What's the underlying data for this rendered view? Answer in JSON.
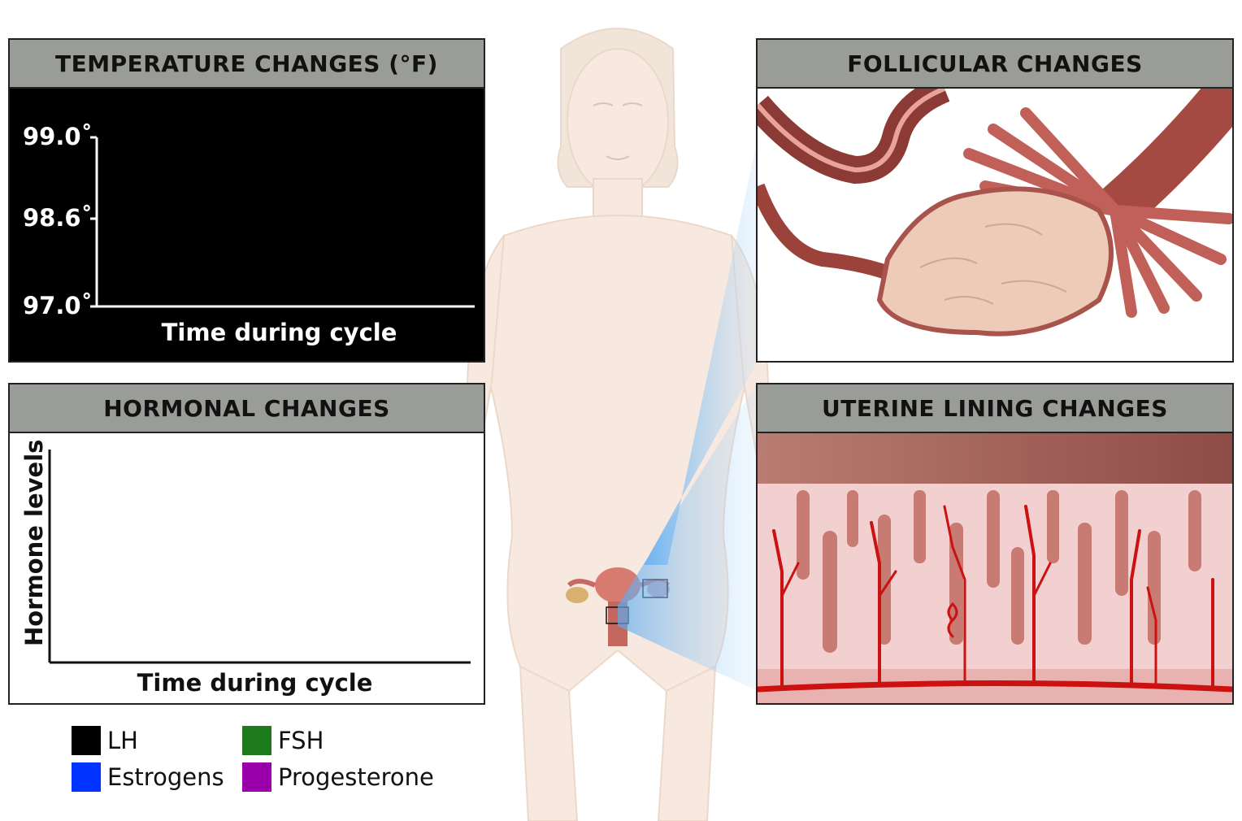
{
  "panels": {
    "temperature": {
      "title": "TEMPERATURE CHANGES (°F)",
      "ticks": [
        "99.0˚",
        "98.6˚",
        "97.0˚"
      ],
      "xlabel": "Time during cycle"
    },
    "hormonal": {
      "title": "HORMONAL CHANGES",
      "ylabel": "Hormone levels",
      "xlabel": "Time during cycle"
    },
    "follicular": {
      "title": "FOLLICULAR CHANGES"
    },
    "uterine": {
      "title": "UTERINE LINING CHANGES"
    }
  },
  "legend": [
    {
      "label": "LH",
      "color": "#000000"
    },
    {
      "label": "FSH",
      "color": "#1d7a1d"
    },
    {
      "label": "Estrogens",
      "color": "#0033ff"
    },
    {
      "label": "Progesterone",
      "color": "#9900aa"
    }
  ],
  "colors": {
    "header_bg": "#9a9c97",
    "body_skin": "#f5e6dc",
    "tissue_pink": "#efc4c4",
    "vessel_red": "#cc1111"
  }
}
